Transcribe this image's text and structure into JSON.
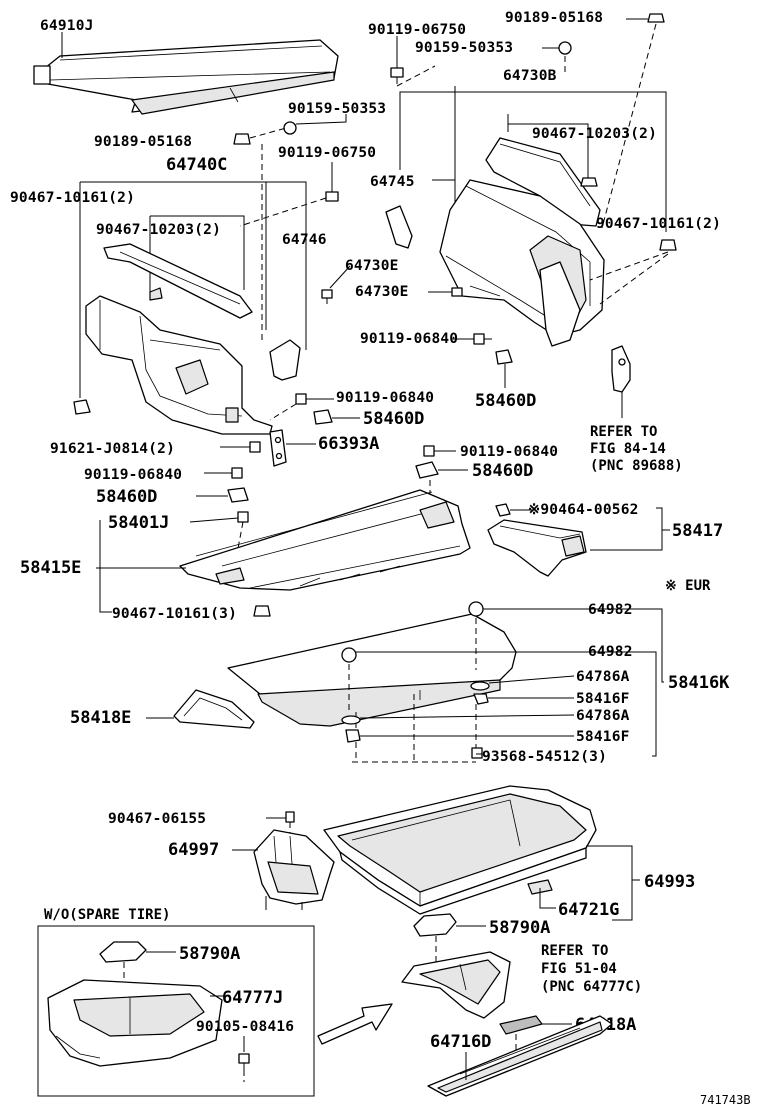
{
  "diagram_id": "741743B",
  "labels": {
    "p64910J": "64910J",
    "p90119_06750_a": "90119-06750",
    "p90189_05168_a": "90189-05168",
    "p90159_50353_a": "90159-50353",
    "p64730B": "64730B",
    "p90159_50353_b": "90159-50353",
    "p90189_05168_b": "90189-05168",
    "p90467_10203_a": "90467-10203(2)",
    "p64740C": "64740C",
    "p90119_06750_b": "90119-06750",
    "p64745": "64745",
    "p90467_10161_a": "90467-10161(2)",
    "p90467_10161_b": "90467-10161(2)",
    "p90467_10203_b": "90467-10203(2)",
    "p64746": "64746",
    "p64730E_a": "64730E",
    "p64730E_b": "64730E",
    "p90119_06840_a": "90119-06840",
    "p90119_06840_b": "90119-06840",
    "p58460D_a": "58460D",
    "p58460D_b": "58460D",
    "p91621": "91621-J0814(2)",
    "p66393A": "66393A",
    "p90119_06840_c": "90119-06840",
    "p58460D_c": "58460D",
    "p90119_06840_d": "90119-06840",
    "p58460D_d": "58460D",
    "p58401J": "58401J",
    "p90464": "※90464-00562",
    "p58417": "58417",
    "p58415E": "58415E",
    "eur": "※ EUR",
    "p90467_10161_c": "90467-10161(3)",
    "p64982_a": "64982",
    "p64982_b": "64982",
    "p64786A_a": "64786A",
    "p58416K": "58416K",
    "p58416F_a": "58416F",
    "p58418E": "58418E",
    "p64786A_b": "64786A",
    "p58416F_b": "58416F",
    "p93568": "93568-54512(3)",
    "p90467_06155": "90467-06155",
    "p64997": "64997",
    "p64993": "64993",
    "p64721G": "64721G",
    "p58790A_a": "58790A",
    "wo_spare": "W/O(SPARE TIRE)",
    "p58790A_b": "58790A",
    "p64777J": "64777J",
    "p90105": "90105-08416",
    "p64718A": "64718A",
    "p64716D": "64716D"
  },
  "refs": {
    "ref1": [
      "REFER TO",
      "FIG 84-14",
      "(PNC 89688)"
    ],
    "ref2": [
      "REFER TO",
      "FIG 51-04",
      "(PNC 64777C)"
    ]
  }
}
